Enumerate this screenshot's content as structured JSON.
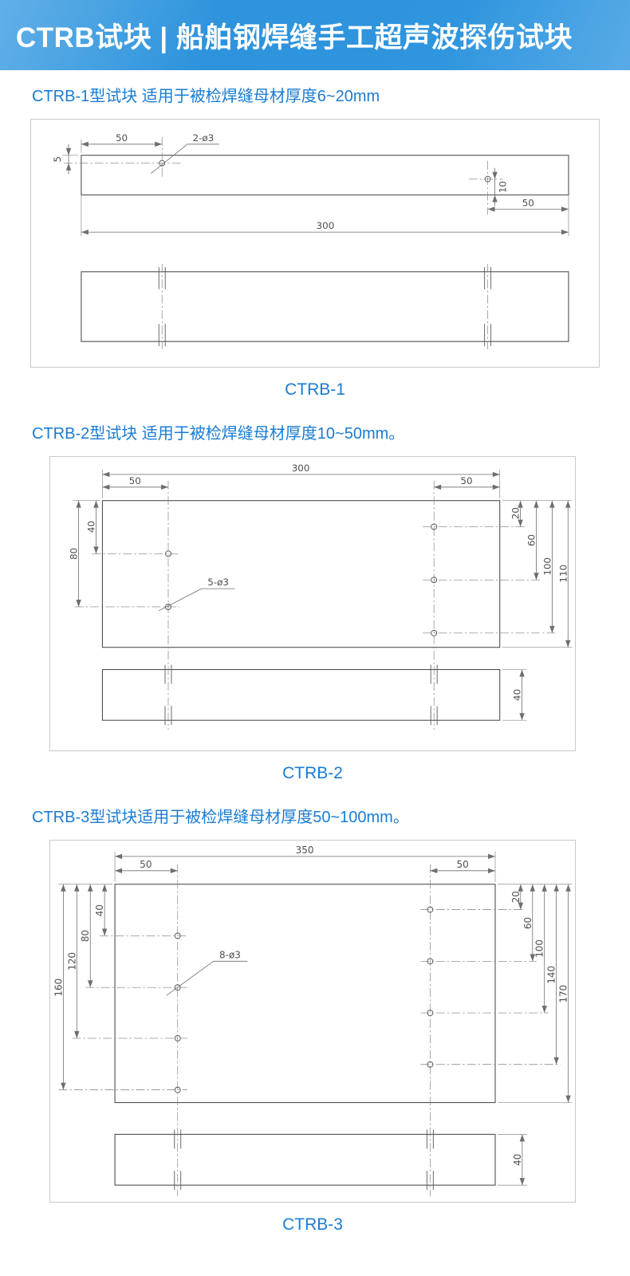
{
  "header": {
    "title": "CTRB试块 | 船舶钢焊缝手工超声波探伤试块"
  },
  "sections": [
    {
      "subtitle": "CTRB-1型试块 适用于被检焊缝母材厚度6~20mm",
      "caption": "CTRB-1",
      "drawing": {
        "hole_callout": "2-ø3",
        "dim_length": "300",
        "dim_left_offset": "50",
        "dim_right_offset": "50",
        "dim_top_depth": "5",
        "dim_bottom_depth": "10"
      }
    },
    {
      "subtitle": "CTRB-2型试块 适用于被检焊缝母材厚度10~50mm。",
      "caption": "CTRB-2",
      "drawing": {
        "hole_callout": "5-ø3",
        "dim_length": "300",
        "dim_left_offset": "50",
        "dim_right_offset": "50",
        "left_depths": [
          "40",
          "80"
        ],
        "right_depths": [
          "20",
          "60",
          "100"
        ],
        "dim_height": "110",
        "dim_thickness": "40"
      }
    },
    {
      "subtitle": "CTRB-3型试块适用于被检焊缝母材厚度50~100mm。",
      "caption": "CTRB-3",
      "drawing": {
        "hole_callout": "8-ø3",
        "dim_length": "350",
        "dim_left_offset": "50",
        "dim_right_offset": "50",
        "left_depths": [
          "40",
          "80",
          "120",
          "160"
        ],
        "right_depths": [
          "20",
          "60",
          "100",
          "140"
        ],
        "dim_height": "170",
        "dim_thickness": "40"
      }
    }
  ],
  "colors": {
    "accent_blue": "#1a7cd3",
    "banner_blue": "#2f95de",
    "line_gray": "#4f4f4f"
  }
}
